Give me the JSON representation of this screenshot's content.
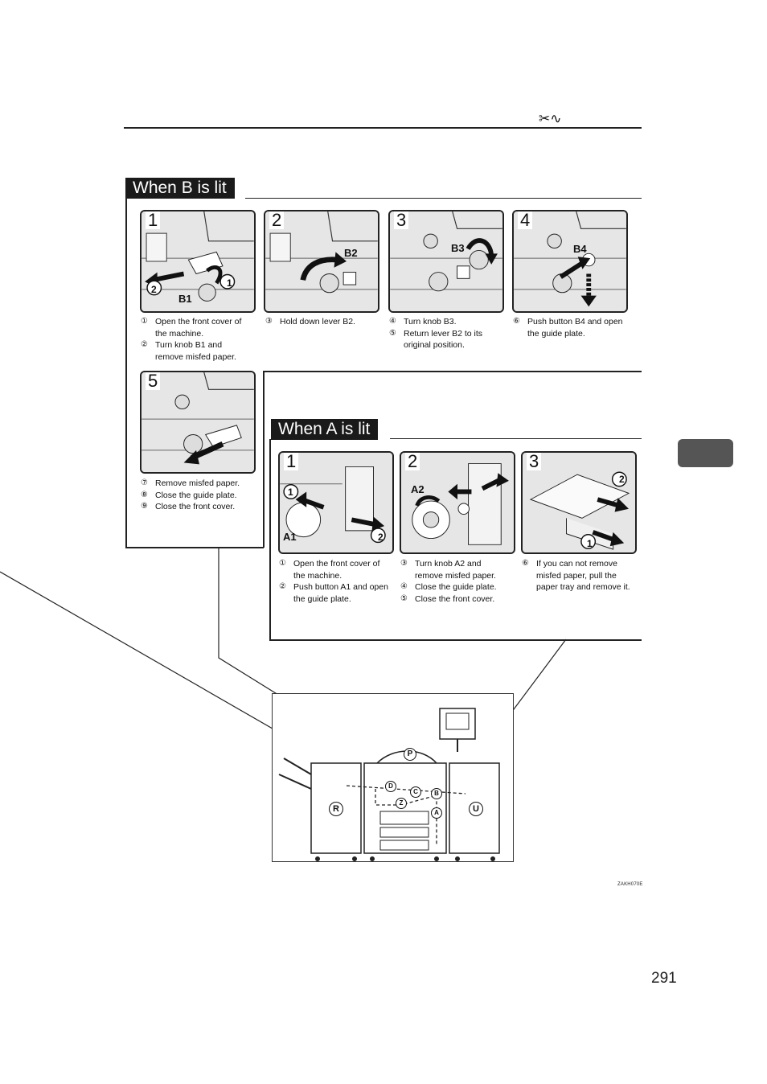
{
  "header": {
    "icon": "scissors-wave-icon"
  },
  "section_b": {
    "title": "When B is lit",
    "steps": [
      {
        "number": "1",
        "labels": [
          "B1",
          "1",
          "2"
        ],
        "captions": [
          {
            "marker": "①",
            "text": "Open the front cover of"
          },
          {
            "marker": "",
            "text": "the machine."
          },
          {
            "marker": "②",
            "text": "Turn knob B1 and"
          },
          {
            "marker": "",
            "text": "remove misfed paper."
          }
        ]
      },
      {
        "number": "2",
        "labels": [
          "B2"
        ],
        "captions": [
          {
            "marker": "③",
            "text": "Hold down lever B2."
          }
        ]
      },
      {
        "number": "3",
        "labels": [
          "B3"
        ],
        "captions": [
          {
            "marker": "④",
            "text": "Turn knob B3."
          },
          {
            "marker": "⑤",
            "text": "Return lever B2 to its"
          },
          {
            "marker": "",
            "text": "original position."
          }
        ]
      },
      {
        "number": "4",
        "labels": [
          "B4"
        ],
        "captions": [
          {
            "marker": "⑥",
            "text": "Push button B4 and open"
          },
          {
            "marker": "",
            "text": "the guide plate."
          }
        ]
      },
      {
        "number": "5",
        "labels": [],
        "captions": [
          {
            "marker": "⑦",
            "text": "Remove misfed paper."
          },
          {
            "marker": "⑧",
            "text": "Close the guide plate."
          },
          {
            "marker": "⑨",
            "text": "Close the front cover."
          }
        ]
      }
    ]
  },
  "section_a": {
    "title": "When A is lit",
    "steps": [
      {
        "number": "1",
        "labels": [
          "A1",
          "1",
          "2"
        ],
        "captions": [
          {
            "marker": "①",
            "text": "Open the front cover of"
          },
          {
            "marker": "",
            "text": "the machine."
          },
          {
            "marker": "②",
            "text": "Push button A1 and open"
          },
          {
            "marker": "",
            "text": "the guide plate."
          }
        ]
      },
      {
        "number": "2",
        "labels": [
          "A2"
        ],
        "captions": [
          {
            "marker": "③",
            "text": "Turn knob A2 and"
          },
          {
            "marker": "",
            "text": "remove misfed paper."
          },
          {
            "marker": "④",
            "text": "Close the guide plate."
          },
          {
            "marker": "⑤",
            "text": "Close the front cover."
          }
        ]
      },
      {
        "number": "3",
        "labels": [
          "2",
          "1"
        ],
        "captions": [
          {
            "marker": "⑥",
            "text": "If you can not remove"
          },
          {
            "marker": "",
            "text": "misfed paper, pull the"
          },
          {
            "marker": "",
            "text": "paper tray and remove it."
          }
        ]
      }
    ]
  },
  "machine": {
    "labels": [
      "P",
      "D",
      "C",
      "B",
      "Z",
      "A",
      "R",
      "U"
    ]
  },
  "figure_code": "ZAKH070E",
  "page_number": "291",
  "colors": {
    "tab_bg": "#1a1a1a",
    "side_tab": "#555555"
  }
}
